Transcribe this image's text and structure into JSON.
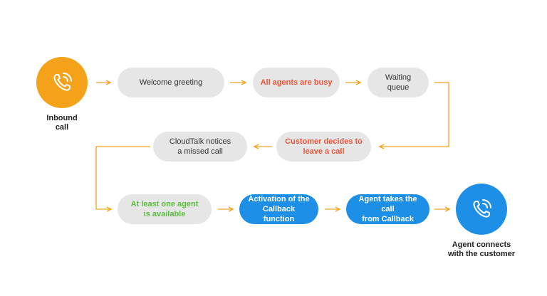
{
  "colors": {
    "orange": "#f5a21b",
    "blue": "#1e8fe6",
    "grey_box": "#e6e6e6",
    "red_text": "#e8553c",
    "green_text": "#5bbd3c",
    "arrow": "#f5a21b"
  },
  "start": {
    "icon": "phone-call-icon",
    "caption_line1": "Inbound",
    "caption_line2": "call"
  },
  "end": {
    "icon": "phone-call-icon",
    "caption_line1": "Agent connects",
    "caption_line2": "with the customer"
  },
  "row1": [
    {
      "text": "Welcome greeting"
    },
    {
      "text": "All agents are busy"
    },
    {
      "text": "Waiting queue"
    }
  ],
  "row2": [
    {
      "line1": "Customer decides to",
      "line2": "leave a call"
    },
    {
      "line1": "CloudTalk notices",
      "line2": "a missed call"
    }
  ],
  "row3": [
    {
      "line1": "At least one agent",
      "line2": "is available"
    },
    {
      "line1": "Activation of the",
      "line2": "Callback function"
    },
    {
      "line1": "Agent takes the call",
      "line2": "from Callback"
    }
  ]
}
